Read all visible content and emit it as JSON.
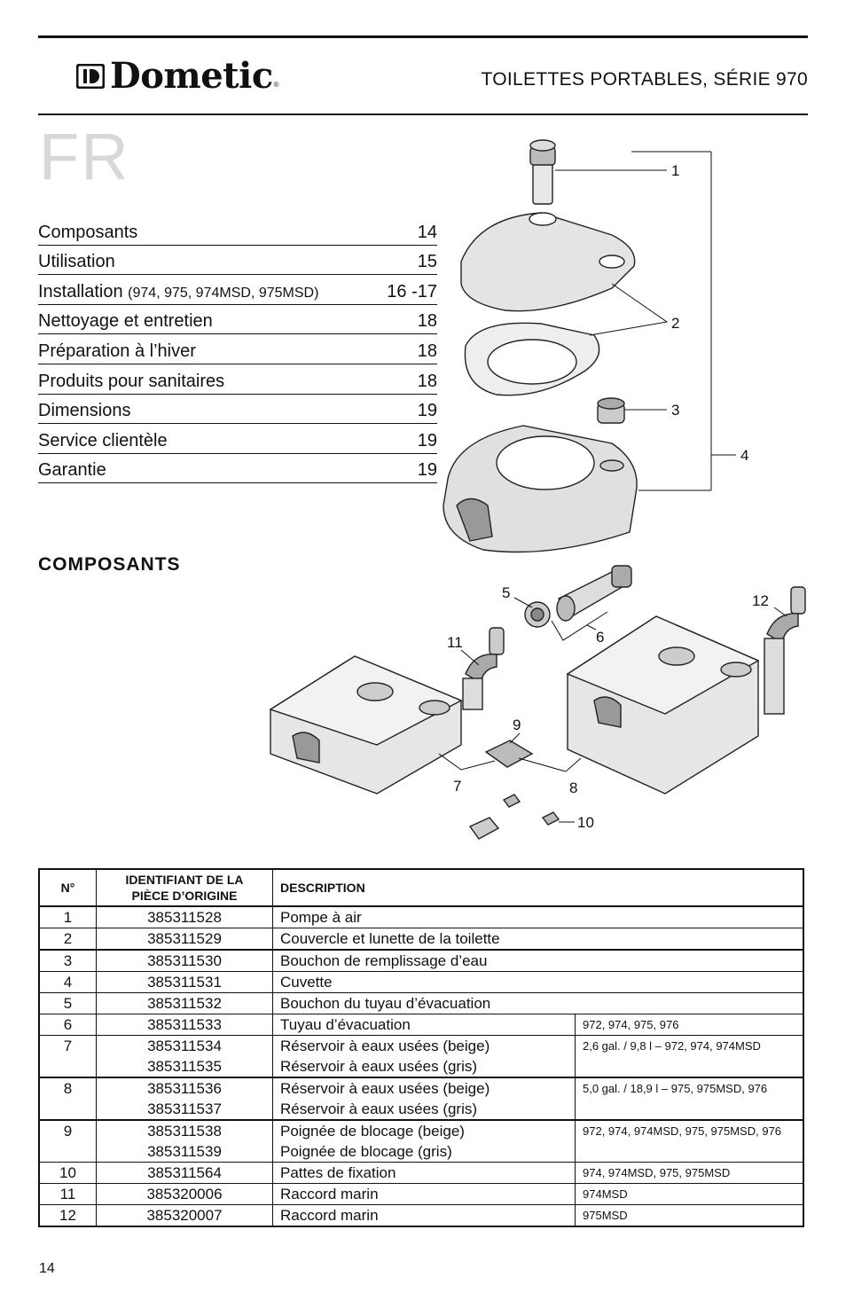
{
  "header": {
    "brand": "Dometic",
    "registered_mark": "®",
    "doc_title": "TOILETTES PORTABLES, SÉRIE 970"
  },
  "language_code": "FR",
  "toc": [
    {
      "label": "Composants",
      "label_small": "",
      "page": "14"
    },
    {
      "label": "Utilisation",
      "label_small": "",
      "page": "15"
    },
    {
      "label": "Installation ",
      "label_small": "(974, 975, 974MSD, 975MSD)",
      "page": "16 -17"
    },
    {
      "label": "Nettoyage et entretien",
      "label_small": "",
      "page": "18"
    },
    {
      "label": "Préparation à l’hiver",
      "label_small": "",
      "page": "18"
    },
    {
      "label": "Produits pour sanitaires",
      "label_small": "",
      "page": "18"
    },
    {
      "label": "Dimensions",
      "label_small": "",
      "page": "19"
    },
    {
      "label": "Service clientèle",
      "label_small": "",
      "page": "19"
    },
    {
      "label": "Garantie",
      "label_small": "",
      "page": "19"
    }
  ],
  "section_heading": "COMPOSANTS",
  "diagram_labels": [
    "1",
    "2",
    "3",
    "4",
    "5",
    "6",
    "7",
    "8",
    "9",
    "10",
    "11",
    "12"
  ],
  "table": {
    "headers": {
      "num": "N°",
      "pid_line1": "IDENTIFIANT DE LA",
      "pid_line2": "PIÈCE D’ORIGINE",
      "desc": "DESCRIPTION"
    },
    "rows": [
      {
        "num": "1",
        "pid1": "385311528",
        "pid2": "",
        "desc1": "Pompe à air",
        "desc2": "",
        "note": ""
      },
      {
        "num": "2",
        "pid1": "385311529",
        "pid2": "",
        "desc1": "Couvercle et lunette de la toilette",
        "desc2": "",
        "note": ""
      },
      {
        "num": "3",
        "pid1": "385311530",
        "pid2": "",
        "desc1": "Bouchon de remplissage d’eau",
        "desc2": "",
        "note": ""
      },
      {
        "num": "4",
        "pid1": "385311531",
        "pid2": "",
        "desc1": "Cuvette",
        "desc2": "",
        "note": ""
      },
      {
        "num": "5",
        "pid1": "385311532",
        "pid2": "",
        "desc1": "Bouchon du tuyau d’évacuation",
        "desc2": "",
        "note": ""
      },
      {
        "num": "6",
        "pid1": "385311533",
        "pid2": "",
        "desc1": "Tuyau d’évacuation",
        "desc2": "",
        "note": "972, 974, 975, 976"
      },
      {
        "num": "7",
        "pid1": "385311534",
        "pid2": "385311535",
        "desc1": "Réservoir à eaux usées (beige)",
        "desc2": "Réservoir à eaux usées (gris)",
        "note": "2,6 gal. / 9,8 l – 972, 974, 974MSD"
      },
      {
        "num": "8",
        "pid1": "385311536",
        "pid2": "385311537",
        "desc1": "Réservoir à eaux usées (beige)",
        "desc2": "Réservoir à eaux usées (gris)",
        "note": "5,0 gal. / 18,9 l – 975, 975MSD, 976"
      },
      {
        "num": "9",
        "pid1": "385311538",
        "pid2": "385311539",
        "desc1": "Poignée de blocage (beige)",
        "desc2": "Poignée de blocage (gris)",
        "note": "972, 974, 974MSD, 975, 975MSD, 976"
      },
      {
        "num": "10",
        "pid1": "385311564",
        "pid2": "",
        "desc1": "Pattes de fixation",
        "desc2": "",
        "note": "974, 974MSD, 975, 975MSD"
      },
      {
        "num": "11",
        "pid1": "385320006",
        "pid2": "",
        "desc1": "Raccord marin",
        "desc2": "",
        "note": "974MSD"
      },
      {
        "num": "12",
        "pid1": "385320007",
        "pid2": "",
        "desc1": "Raccord marin",
        "desc2": "",
        "note": "975MSD"
      }
    ]
  },
  "page_number": "14"
}
